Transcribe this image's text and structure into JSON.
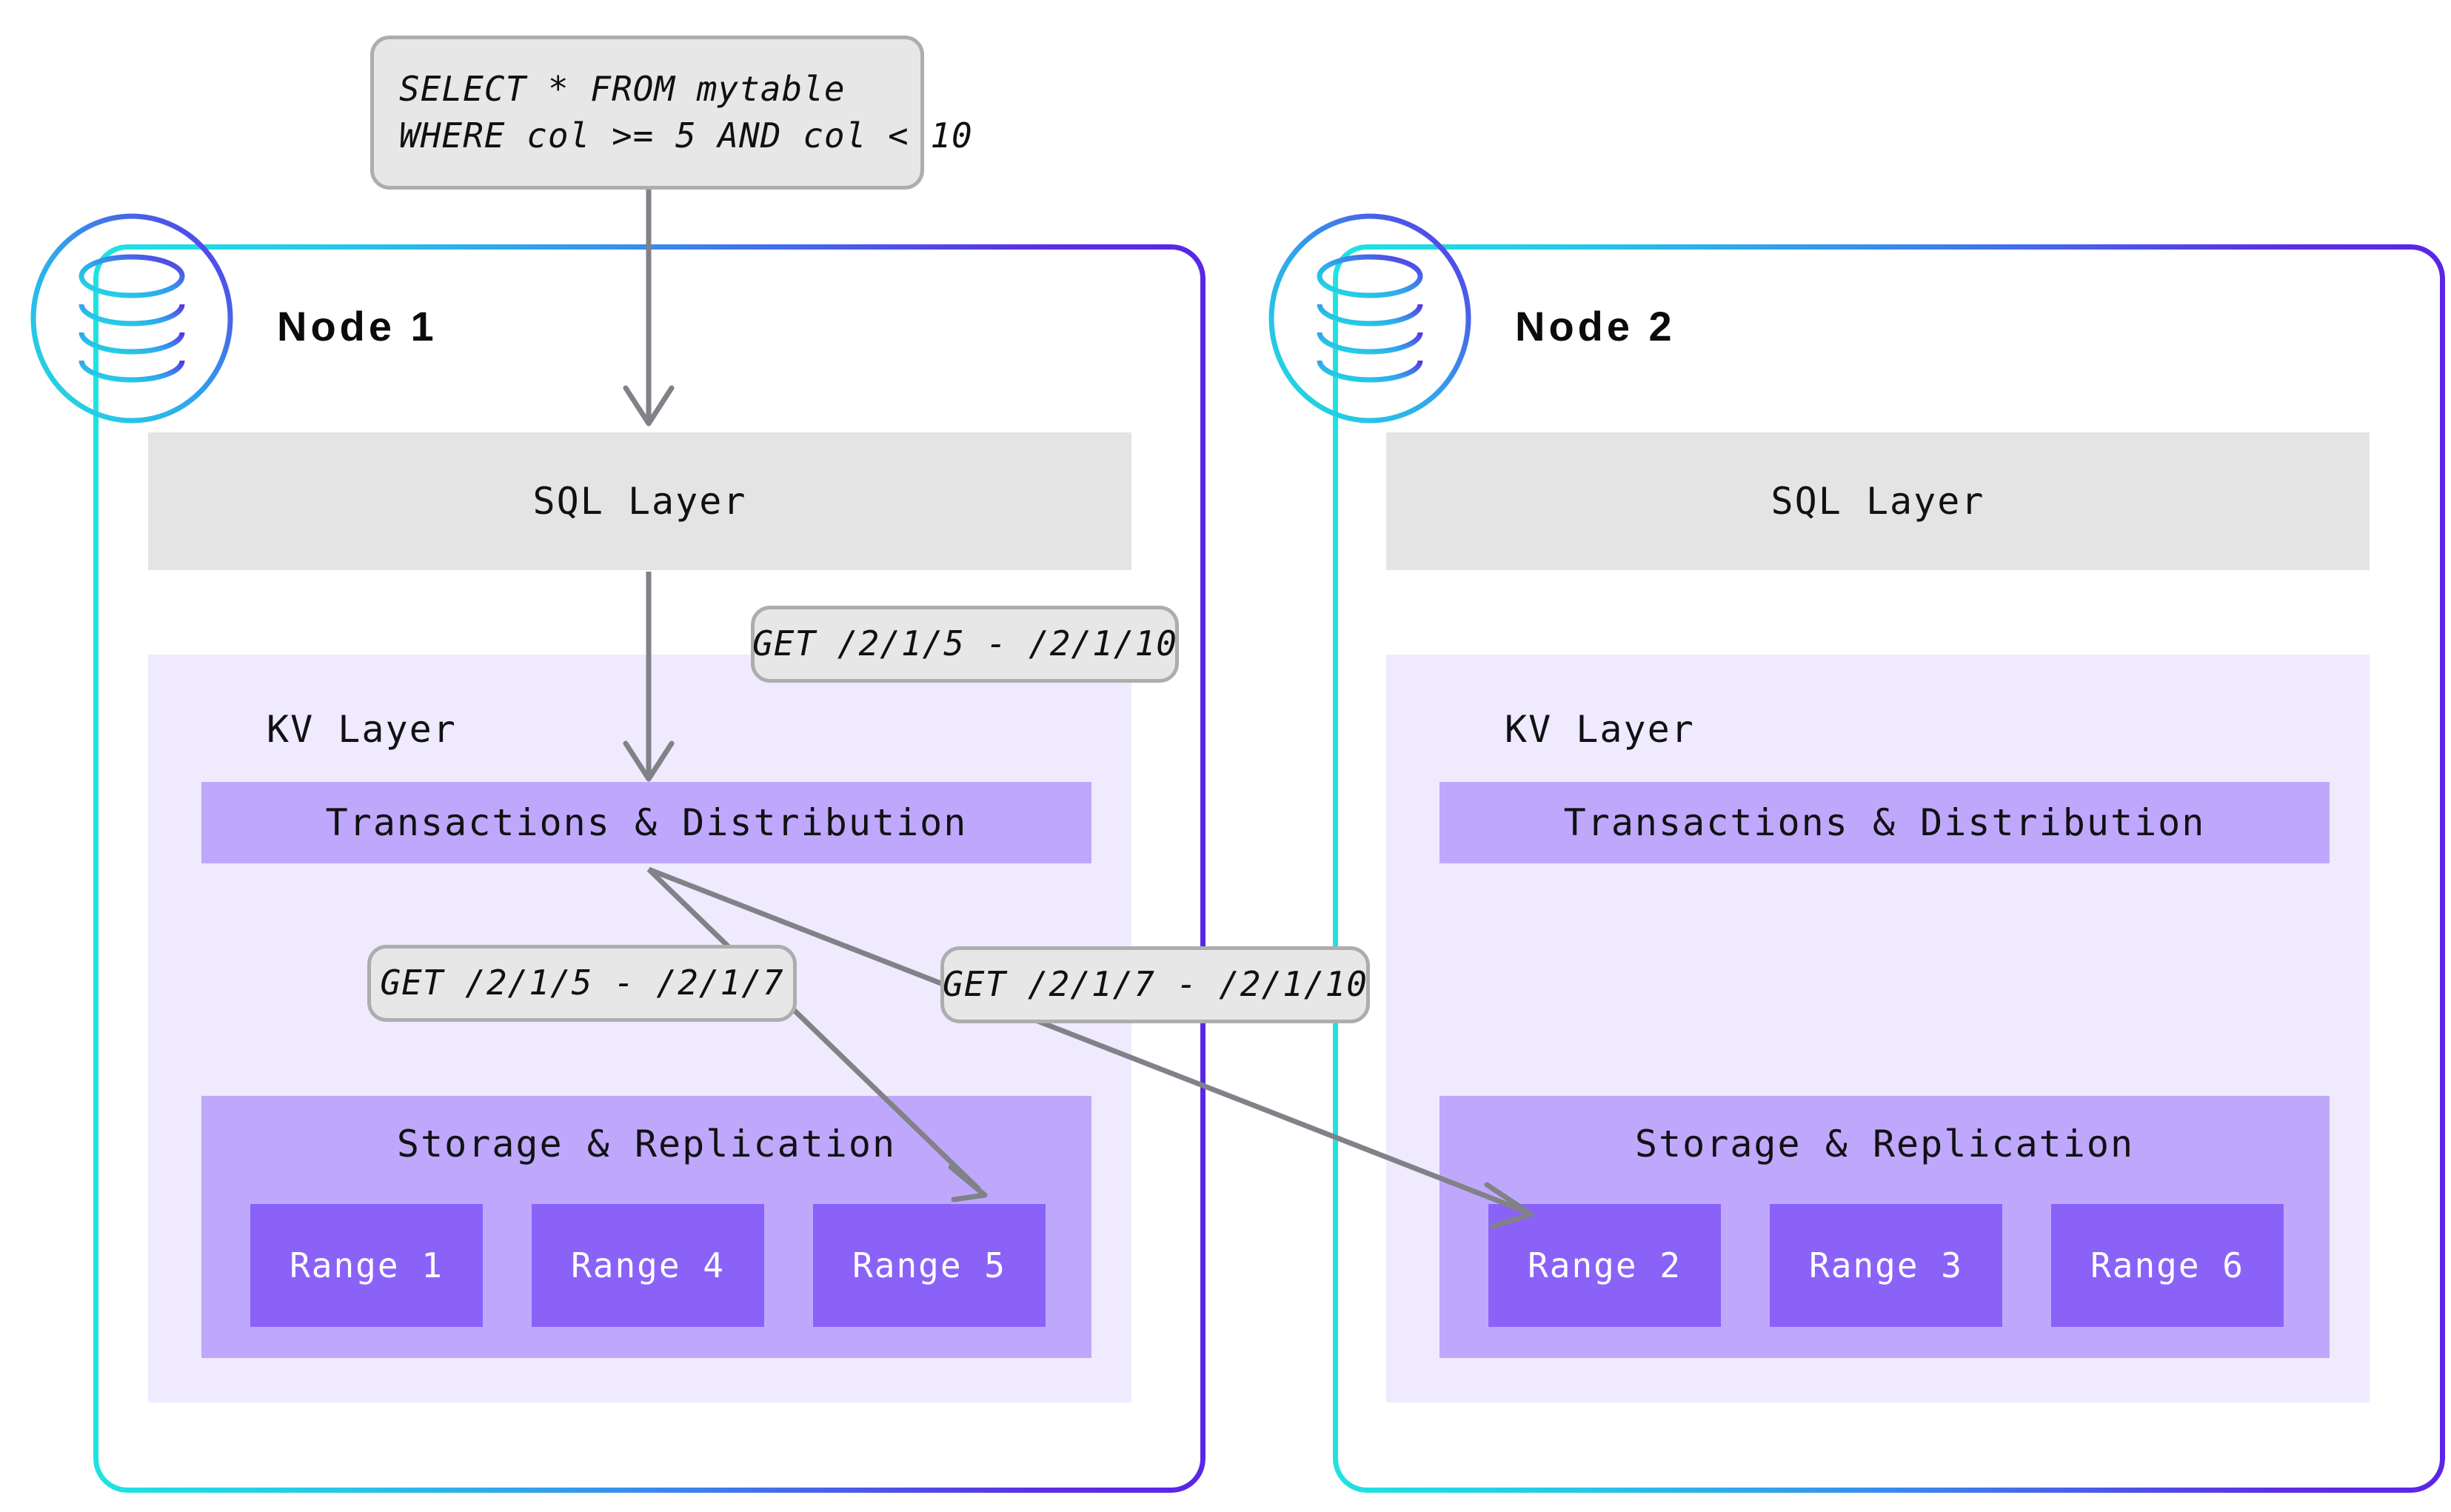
{
  "diagram": {
    "title": "Distributed SQL query routing across nodes",
    "colors": {
      "node_border_start": "#1fe3e0",
      "node_border_end": "#5b2ee5",
      "sql_layer_bg": "#e3e4e3",
      "kv_panel_bg": "#efeafd",
      "txn_box_bg": "#bfa8fc",
      "storage_box_bg": "#bfa8fc",
      "range_box_bg": "#8b62f8",
      "range_text": "#ffffff",
      "bubble_bg": "#e6e7e6",
      "bubble_border": "#adadad",
      "arrow": "#808287",
      "text": "#111114"
    }
  },
  "query_bubble": {
    "line1": "SELECT * FROM mytable",
    "line2": "WHERE col >= 5 AND col < 10"
  },
  "callouts": {
    "sql_to_kv": "GET /2/1/5 - /2/1/10",
    "kv_to_local_range": "GET /2/1/5 - /2/1/7",
    "kv_to_remote_range": "GET /2/1/7 - /2/1/10"
  },
  "nodes": [
    {
      "id": "node-1",
      "title": "Node 1",
      "icon": "database-cylinder-icon",
      "sql_layer_label": "SQL Layer",
      "kv_layer_label": "KV Layer",
      "transactions_label": "Transactions & Distribution",
      "storage_label": "Storage & Replication",
      "ranges": [
        "Range 1",
        "Range 4",
        "Range 5"
      ]
    },
    {
      "id": "node-2",
      "title": "Node 2",
      "icon": "database-cylinder-icon",
      "sql_layer_label": "SQL Layer",
      "kv_layer_label": "KV Layer",
      "transactions_label": "Transactions & Distribution",
      "storage_label": "Storage & Replication",
      "ranges": [
        "Range 2",
        "Range 3",
        "Range 6"
      ]
    }
  ]
}
